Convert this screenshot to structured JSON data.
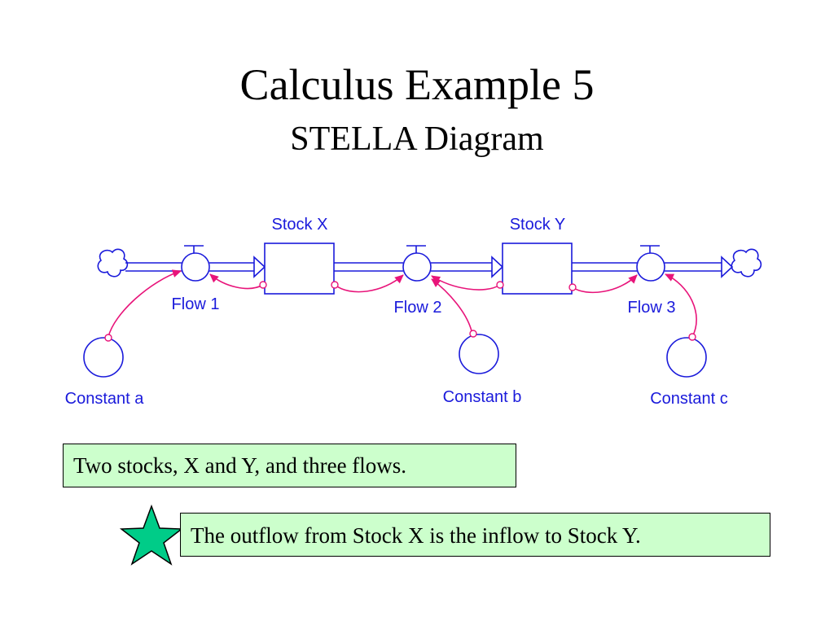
{
  "slide": {
    "title": "Calculus Example 5",
    "subtitle": "STELLA Diagram"
  },
  "diagram": {
    "stocks": [
      {
        "id": "stock-x",
        "label": "Stock X"
      },
      {
        "id": "stock-y",
        "label": "Stock Y"
      }
    ],
    "flows": [
      {
        "id": "flow-1",
        "label": "Flow 1"
      },
      {
        "id": "flow-2",
        "label": "Flow 2"
      },
      {
        "id": "flow-3",
        "label": "Flow 3"
      }
    ],
    "converters": [
      {
        "id": "constant-a",
        "label": "Constant a"
      },
      {
        "id": "constant-b",
        "label": "Constant b"
      },
      {
        "id": "constant-c",
        "label": "Constant c"
      }
    ],
    "colors": {
      "element": "#1a1adb",
      "connector": "#e8147a",
      "note_fill": "#ccffcc",
      "star": "#00cc88"
    }
  },
  "notes": {
    "note1": "Two stocks, X and Y, and three flows.",
    "note2": "The outflow from Stock X is the inflow to Stock Y."
  }
}
